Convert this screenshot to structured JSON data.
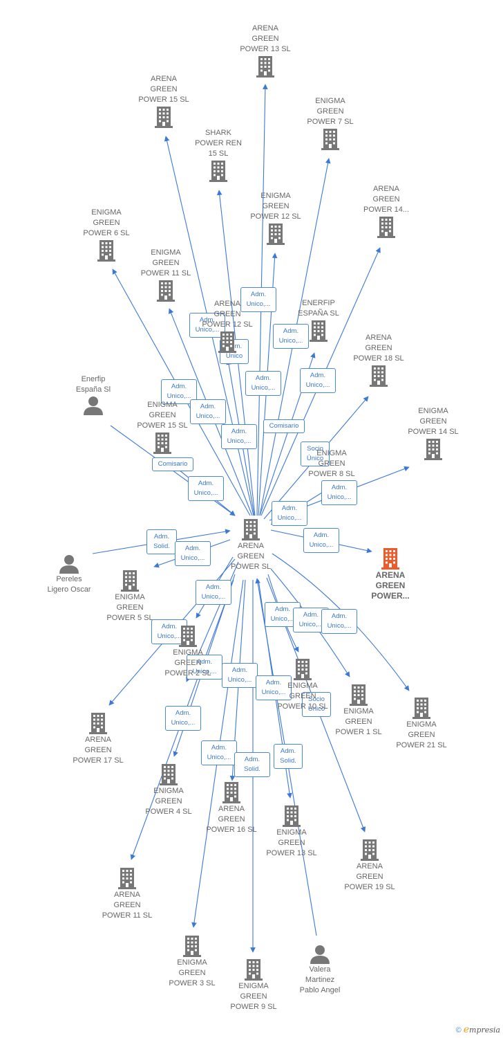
{
  "colors": {
    "building": "#777777",
    "highlight": "#f05a2a",
    "edge": "#3c78d8",
    "label": "#666666"
  },
  "nodes": {
    "n1": "ARENA\nGREEN\nPOWER 13  SL",
    "n2": "ARENA\nGREEN\nPOWER 15  SL",
    "n3": "ENIGMA\nGREEN\nPOWER 7  SL",
    "n4": "SHARK\nPOWER REN\n15  SL",
    "n5": "ENIGMA\nGREEN\nPOWER 12  SL",
    "n6": "ARENA\nGREEN\nPOWER 14...",
    "n7": "ENIGMA\nGREEN\nPOWER 6  SL",
    "n8": "ENIGMA\nGREEN\nPOWER 11  SL",
    "n9": "ARENA\nGREEN\nPOWER 12  SL",
    "n10": "ENERFIP\nESPAÑA  SL",
    "n11": "ARENA\nGREEN\nPOWER 18  SL",
    "n12": "Enerfip\nEspaña Sl",
    "n13": "ENIGMA\nGREEN\nPOWER 15  SL",
    "n14": "ENIGMA\nGREEN\nPOWER 14  SL",
    "n15": "ENIGMA\nGREEN\nPOWER 8  SL",
    "center": "ARENA\nGREEN\nPOWER  SL",
    "highlight": "ARENA\nGREEN\nPOWER...",
    "n16": "Pereles\nLigero Oscar",
    "n17": "ENIGMA\nGREEN\nPOWER 5  SL",
    "n18": "ENIGMA\nGREEN\nPOWER 2  SL",
    "n19": "ENIGMA\nGREEN\nPOWER 10  SL",
    "n20": "ENIGMA\nGREEN\nPOWER 1  SL",
    "n21": "ENIGMA\nGREEN\nPOWER 21  SL",
    "n22": "ARENA\nGREEN\nPOWER 17  SL",
    "n23": "ENIGMA\nGREEN\nPOWER 4  SL",
    "n24": "ARENA\nGREEN\nPOWER 16  SL",
    "n25": "ENIGMA\nGREEN\nPOWER 13  SL",
    "n26": "ARENA\nGREEN\nPOWER 19  SL",
    "n27": "ARENA\nGREEN\nPOWER 11  SL",
    "n28": "ENIGMA\nGREEN\nPOWER 3  SL",
    "n29": "ENIGMA\nGREEN\nPOWER 9  SL",
    "n30": "Valera\nMartinez\nPablo Angel"
  },
  "tags": {
    "t1": "Adm.\nUnico,...",
    "t2": "Adm.\nUnico,...",
    "t3": "Adm.\nUnico,...",
    "t4": "Adm.\nUnico",
    "t5": "Adm.\nUnico,...",
    "t6": "Adm.\nUnico,...",
    "t7": "Adm.\nUnico,...",
    "t8": "Adm.\nUnico,...",
    "t9": "Comisario",
    "t10": "Adm.\nUnico,...",
    "t11": "Socio\nÚnico",
    "t12": "Comisario",
    "t13": "Adm.\nUnico,...",
    "t14": "Adm.\nUnico,...",
    "t15": "Adm.\nUnico,...",
    "t16": "Adm.\nSolid.",
    "t17": "Adm.\nUnico,...",
    "t18": "Adm.\nUnico,...",
    "t19": "Adm.\nUnico,...",
    "t20": "Adm.\nUnico,...",
    "t21": "Adm.\nUnico,...",
    "t22": "Adm.\nUnico,...",
    "t23": "Adm.\nUnico,...",
    "t24": "Adm.\nUnico,...",
    "t25": "Adm.\nUnico,...",
    "t26": "Socio\nÚnico",
    "t27": "Adm.\nUnico,...",
    "t28": "Adm.\nUnico,...",
    "t29": "Adm.\nUnico,...",
    "t30": "Adm.\nSolid."
  },
  "footer": {
    "copyright": "©",
    "brand_initial": "e",
    "brand_rest": "mpresia"
  }
}
